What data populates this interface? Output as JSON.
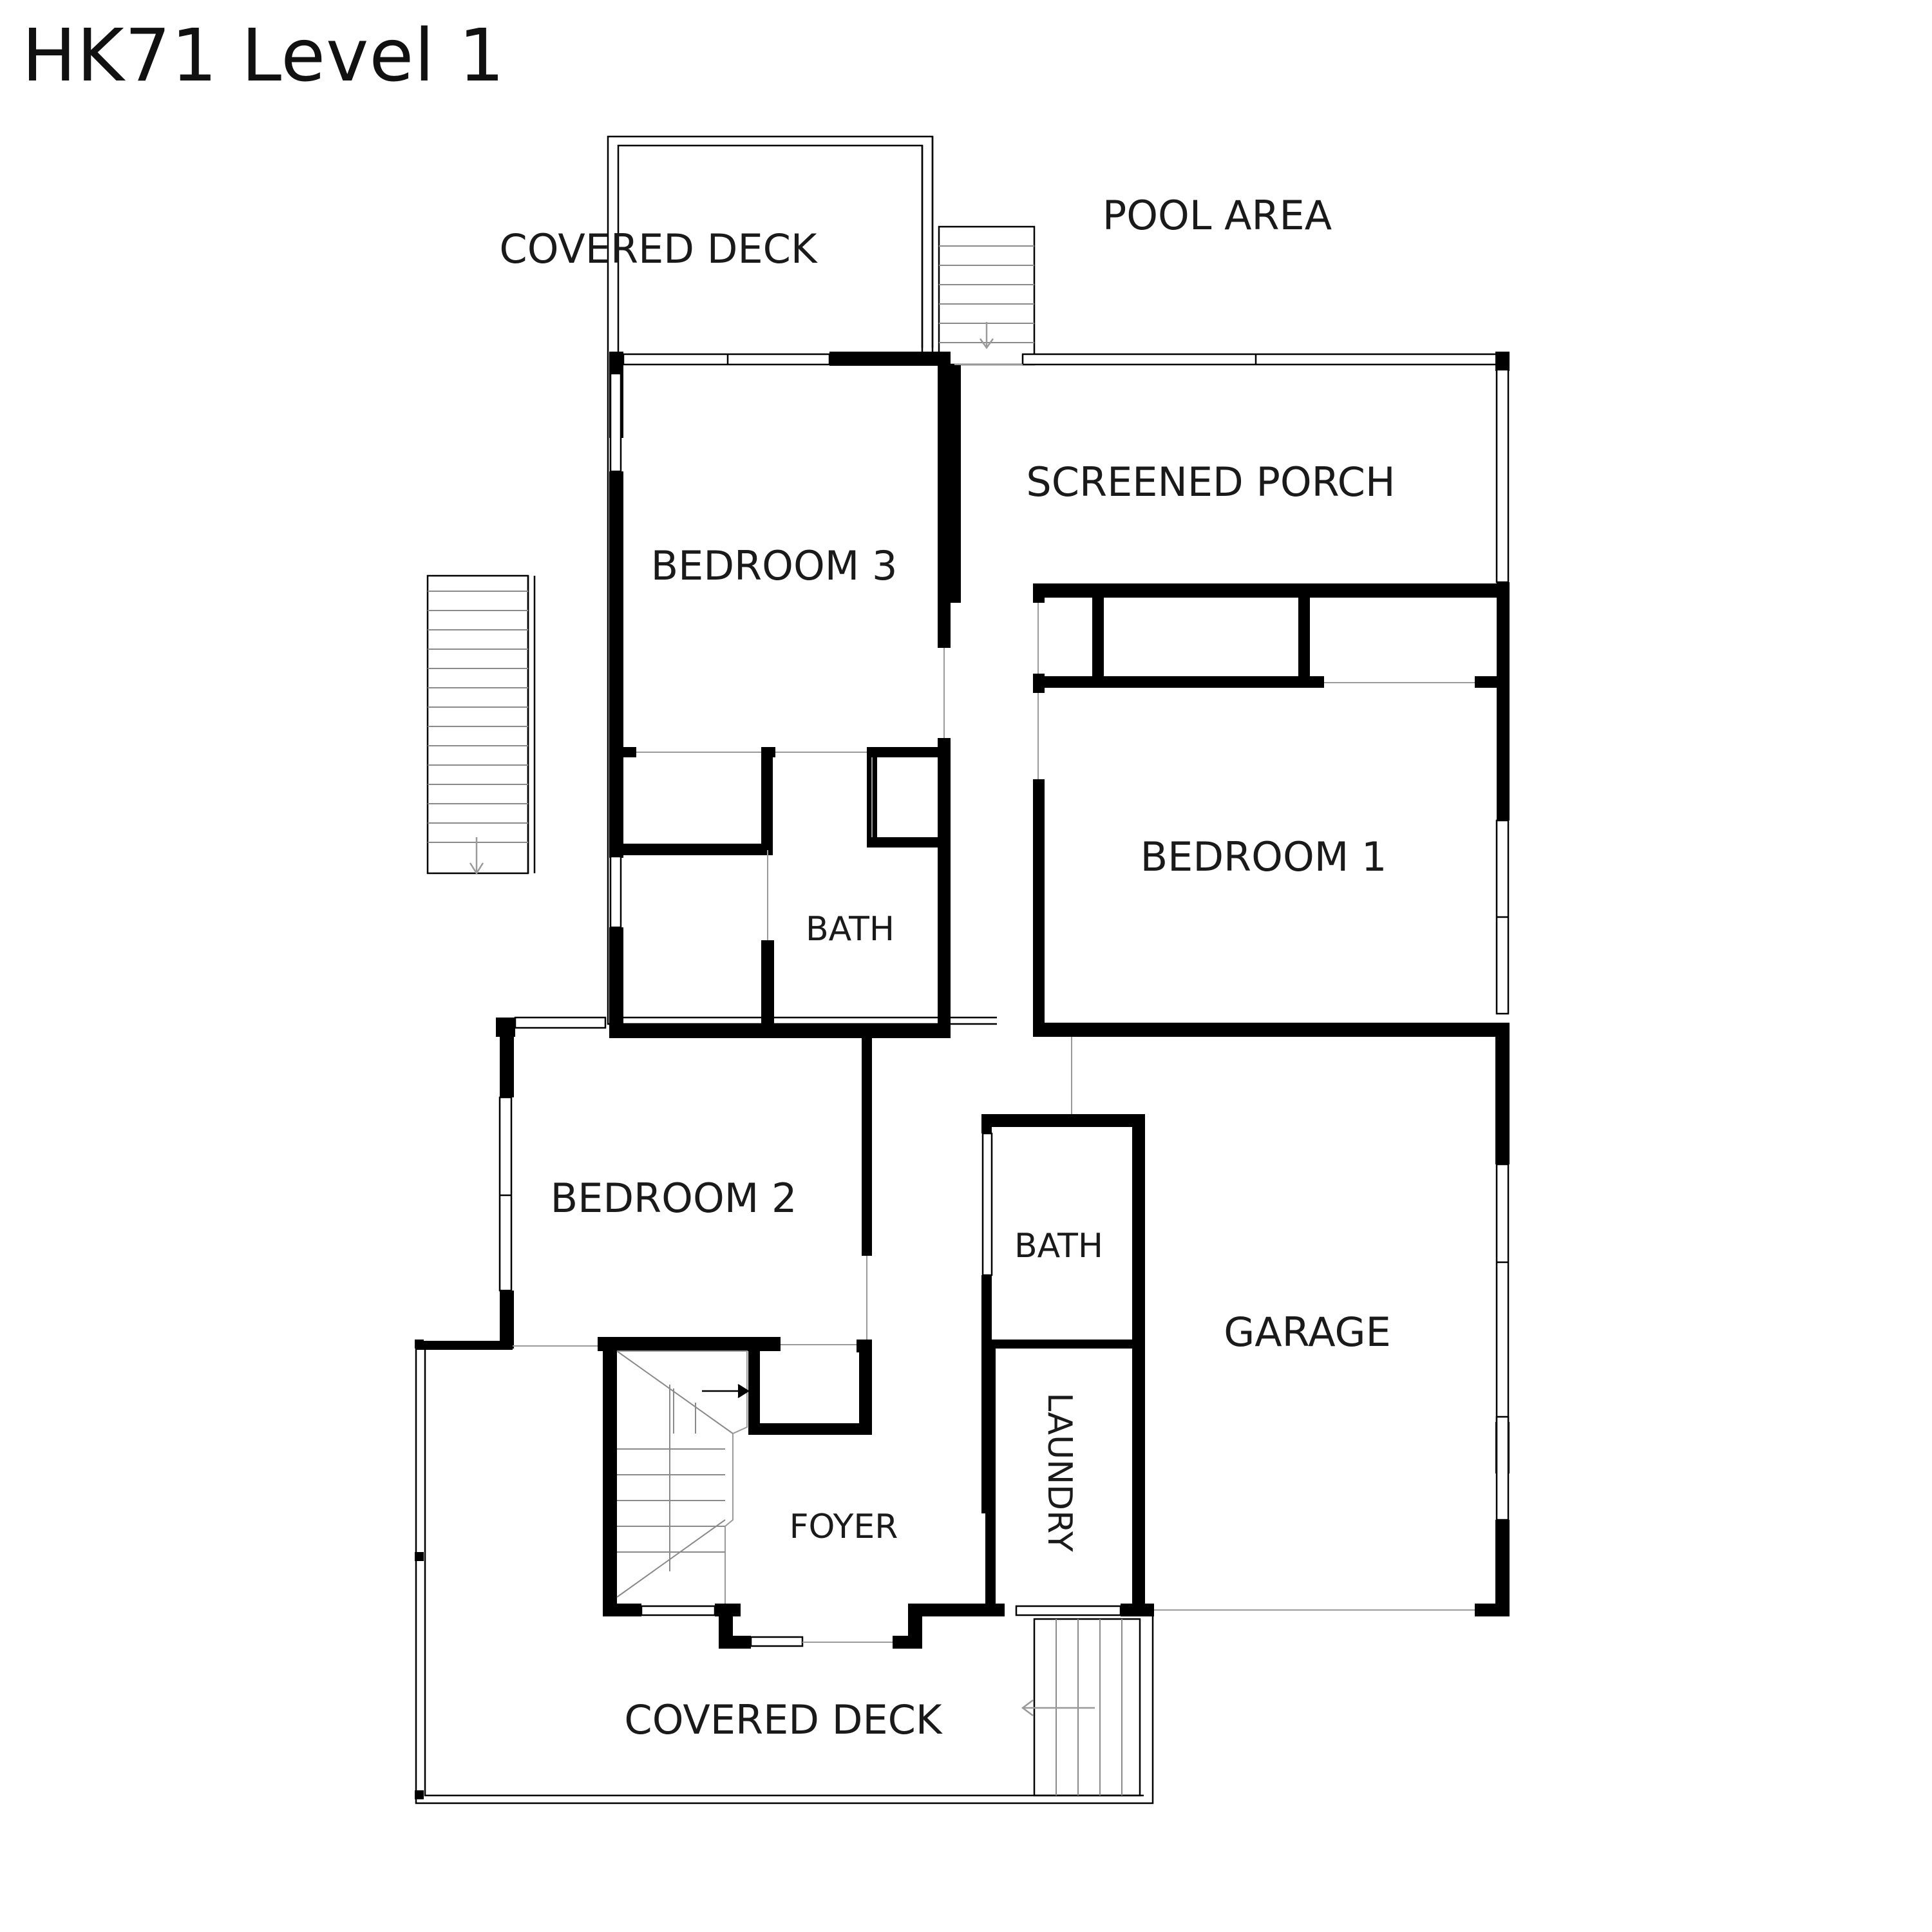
{
  "title": "HK71 Level 1",
  "rooms": {
    "covered_deck_top": "COVERED DECK",
    "pool_area": "POOL AREA",
    "screened_porch": "SCREENED PORCH",
    "bedroom_3": "BEDROOM 3",
    "bedroom_1": "BEDROOM 1",
    "bath_upper": "BATH",
    "bedroom_2": "BEDROOM 2",
    "bath_lower": "BATH",
    "garage": "GARAGE",
    "laundry": "LAUNDRY",
    "foyer": "FOYER",
    "covered_deck_bottom": "COVERED DECK"
  },
  "colors": {
    "wall": "#000000",
    "background": "#ffffff",
    "label": "#1a1a1a"
  }
}
